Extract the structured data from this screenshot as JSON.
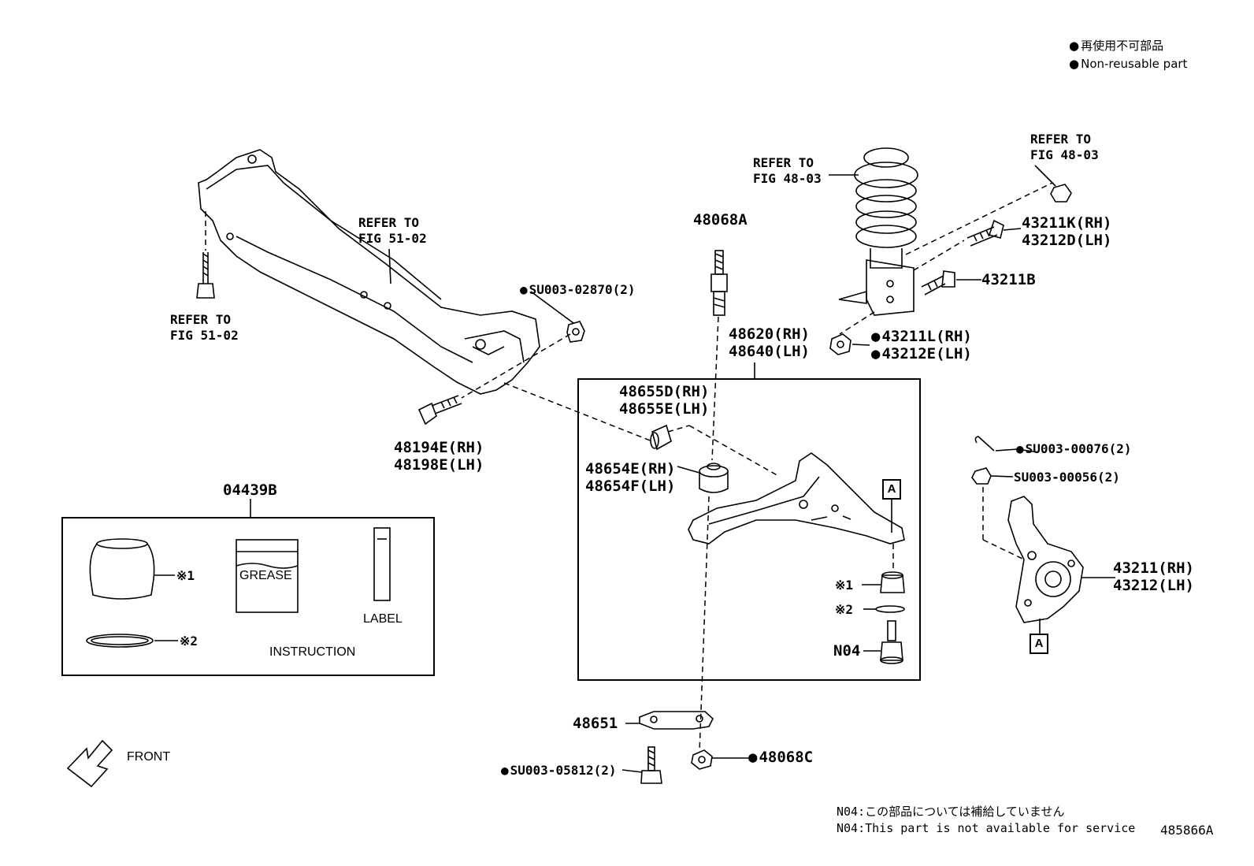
{
  "legend": {
    "jp": "再使用不可部品",
    "en": "Non-reusable part"
  },
  "labels": {
    "refer_51_02_top": [
      "REFER TO",
      "FIG 51-02"
    ],
    "refer_51_02_left": [
      "REFER TO",
      "FIG 51-02"
    ],
    "refer_48_03_left": [
      "REFER TO",
      "FIG 48-03"
    ],
    "refer_48_03_right": [
      "REFER TO",
      "FIG 48-03"
    ],
    "p48068A": "48068A",
    "su003_02870": "SU003-02870(2)",
    "p48194E": [
      "48194E(RH)",
      "48198E(LH)"
    ],
    "p48620": [
      "48620(RH)",
      "48640(LH)"
    ],
    "p48655D": [
      "48655D(RH)",
      "48655E(LH)"
    ],
    "p48654E": [
      "48654E(RH)",
      "48654F(LH)"
    ],
    "p43211K": [
      "43211K(RH)",
      "43212D(LH)"
    ],
    "p43211B": "43211B",
    "p43211L": [
      "43211L(RH)",
      "43212E(LH)"
    ],
    "su003_00076": "SU003-00076(2)",
    "su003_00056": "SU003-00056(2)",
    "p43211": [
      "43211(RH)",
      "43212(LH)"
    ],
    "p04439B": "04439B",
    "mark1": "※1",
    "mark2": "※2",
    "n04": "N04",
    "p48651": "48651",
    "su003_05812": "SU003-05812(2)",
    "p48068C": "48068C",
    "box_a": "A"
  },
  "kit": {
    "grease": "GREASE",
    "label": "LABEL",
    "instruction": "INSTRUCTION"
  },
  "front": "FRONT",
  "notes": {
    "jp": "N04:この部品については補給していません",
    "en": "N04:This part is not available for service"
  },
  "figure_id": "485866A"
}
